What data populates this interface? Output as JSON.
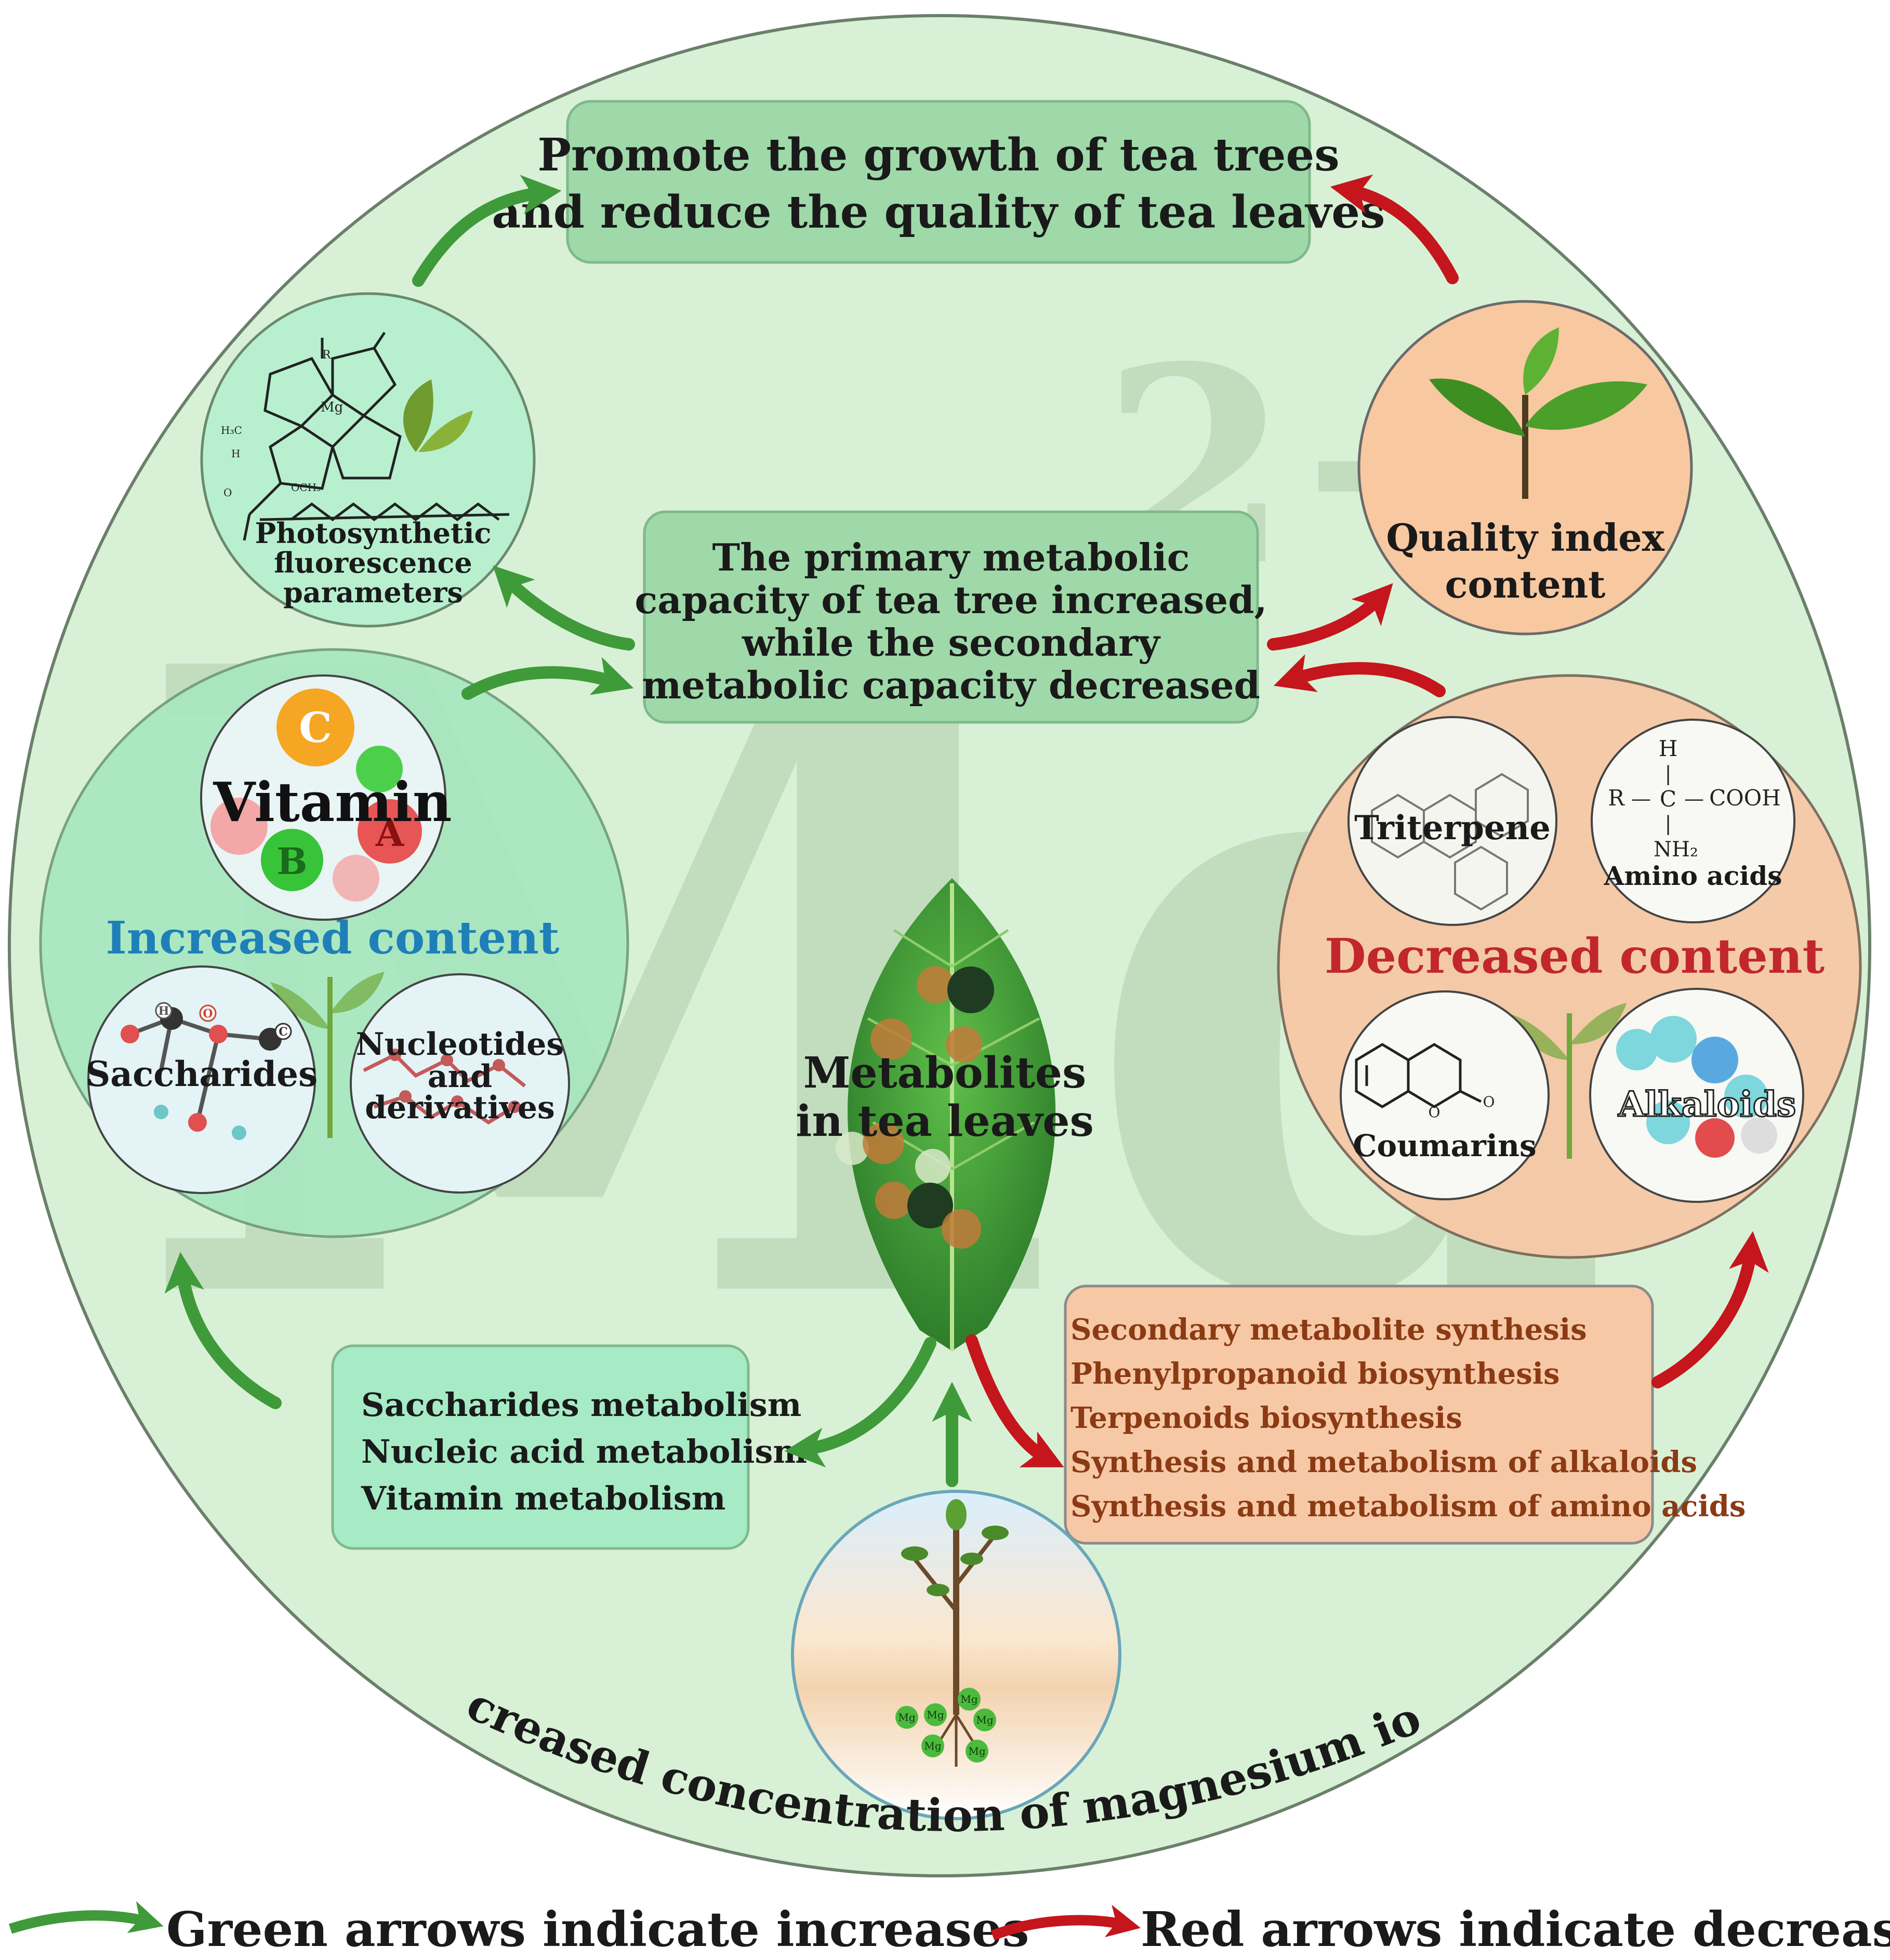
{
  "colors": {
    "outer_circle": "#d8f1d6",
    "outer_stroke": "#6b7f6a",
    "green_box": "#9fd9a9",
    "green_box_light": "#b8ebc5",
    "peach": "#f8c8a0",
    "peach_box": "#f6c8a6",
    "increase_text": "#1f7fb8",
    "decrease_text": "#c1272d",
    "green_arrow": "#3f9a3a",
    "red_arrow": "#c4161c",
    "text_dark": "#1a1a1a",
    "watermark": "#a9c7a3"
  },
  "watermark": {
    "symbol": "Mg",
    "superscript": "2+"
  },
  "top_box": {
    "line1": "Promote the growth of tea trees",
    "line2": "and reduce the quality of tea leaves"
  },
  "center_box": {
    "line1": "The primary metabolic",
    "line2": "capacity of tea tree increased,",
    "line3": "while the secondary",
    "line4": "metabolic capacity decreased"
  },
  "photosynthetic": {
    "line1": "Photosynthetic",
    "line2": "fluorescence",
    "line3": "parameters",
    "molecule_labels": {
      "r": "R",
      "mg": "Mg",
      "h3c": "H₃C",
      "h": "H",
      "och3": "OCH₃",
      "o": "O"
    }
  },
  "quality": {
    "line1": "Quality index",
    "line2": "content"
  },
  "increased": {
    "title": "Increased content",
    "vitamin": {
      "label": "Vitamin",
      "c": "C",
      "b": "B",
      "a": "A"
    },
    "saccharides": {
      "label": "Saccharides",
      "atom_h": "H",
      "atom_o": "O",
      "atom_c": "C"
    },
    "nucleotides": {
      "line1": "Nucleotides",
      "line2": "and",
      "line3": "derivatives"
    }
  },
  "decreased": {
    "title": "Decreased content",
    "triterpene": "Triterpene",
    "amino_acids": {
      "label": "Amino acids",
      "h": "H",
      "r": "R",
      "c": "C",
      "cooh": "COOH",
      "nh2": "NH₂",
      "dash": "—",
      "bar": "|"
    },
    "coumarins": {
      "label": "Coumarins",
      "o": "O"
    },
    "alkaloids": "Alkaloids"
  },
  "leaf": {
    "line1": "Metabolites",
    "line2": "in tea leaves"
  },
  "primary_box": {
    "items": [
      "Saccharides metabolism",
      "Nucleic acid metabolism",
      "Vitamin metabolism"
    ]
  },
  "secondary_box": {
    "items": [
      "Secondary metabolite synthesis",
      "Phenylpropanoid biosynthesis",
      "Terpenoids biosynthesis",
      "Synthesis and metabolism of alkaloids",
      "Synthesis and metabolism of amino acids"
    ]
  },
  "root_ion": "Mg",
  "arc_text": "Increased concentration of magnesium ions",
  "legend": {
    "green": "Green arrows indicate increases",
    "red": "Red arrows indicate decreases"
  }
}
